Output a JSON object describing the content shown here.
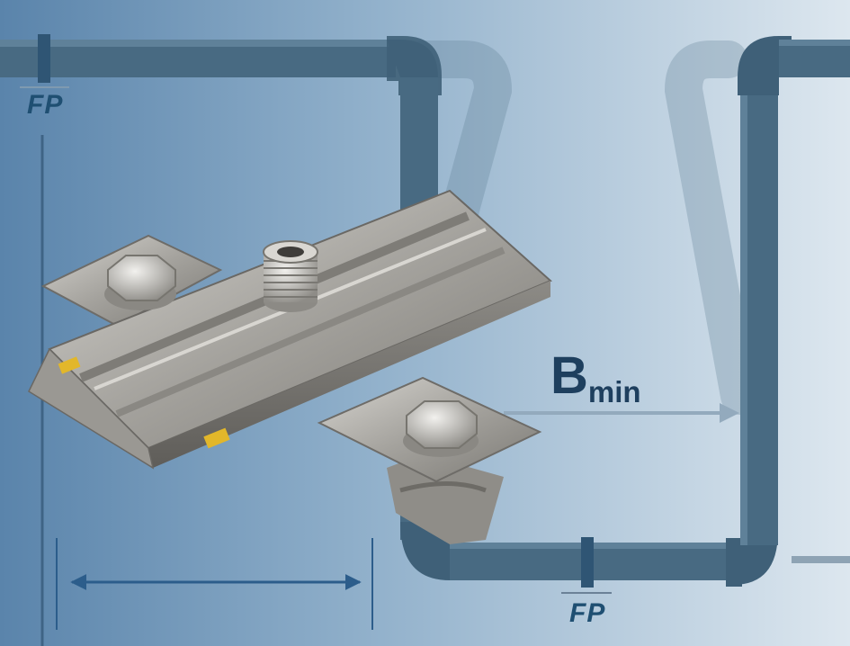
{
  "labels": {
    "fixed_point_top": "FP",
    "fixed_point_bottom": "FP",
    "dimension_main": "B",
    "dimension_sub": "min"
  },
  "colors": {
    "pipe": "#486a82",
    "pipe_dark": "#355269",
    "background_left": "#5e87ad",
    "background_right": "#dbe6ee",
    "dimension_line": "#2c5d8b",
    "bracket_steel": "#a9a7a2",
    "insert_yellow": "#e2b72a"
  },
  "icons": {
    "bracket": "pipe-support-bracket-icon",
    "arrow_right": "arrow-right-icon",
    "arrow_double": "double-arrow-icon"
  }
}
